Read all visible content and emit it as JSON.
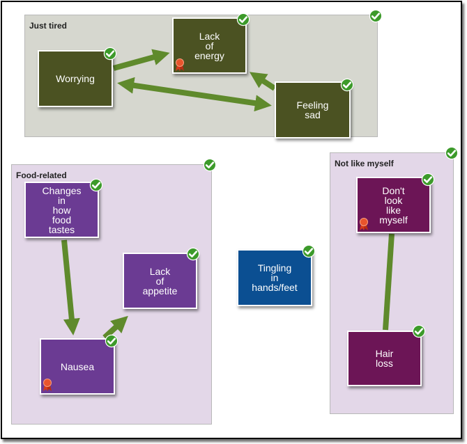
{
  "groups": {
    "just_tired": "Just tired",
    "food_related": "Food-related",
    "not_like_myself": "Not like myself"
  },
  "nodes": {
    "worrying": "Worrying",
    "lack_of_energy": "Lack\nof\nenergy",
    "feeling_sad": "Feeling\nsad",
    "changes_food": "Changes\nin\nhow\nfood\ntastes",
    "lack_of_appetite": "Lack\nof\nappetite",
    "nausea": "Nausea",
    "tingling": "Tingling\nin\nhands/feet",
    "dont_look": "Don't\nlook\nlike\nmyself",
    "hair_loss": "Hair\nloss"
  },
  "icons": {
    "check": "check-icon",
    "ribbon": "award-ribbon-icon"
  },
  "colors": {
    "olive_node": "#4b5222",
    "violet_node": "#6b3b93",
    "plum_node": "#6c1556",
    "blue_node": "#0b4f92",
    "arrow": "#5f8a2c",
    "check": "#3c9a2a"
  }
}
